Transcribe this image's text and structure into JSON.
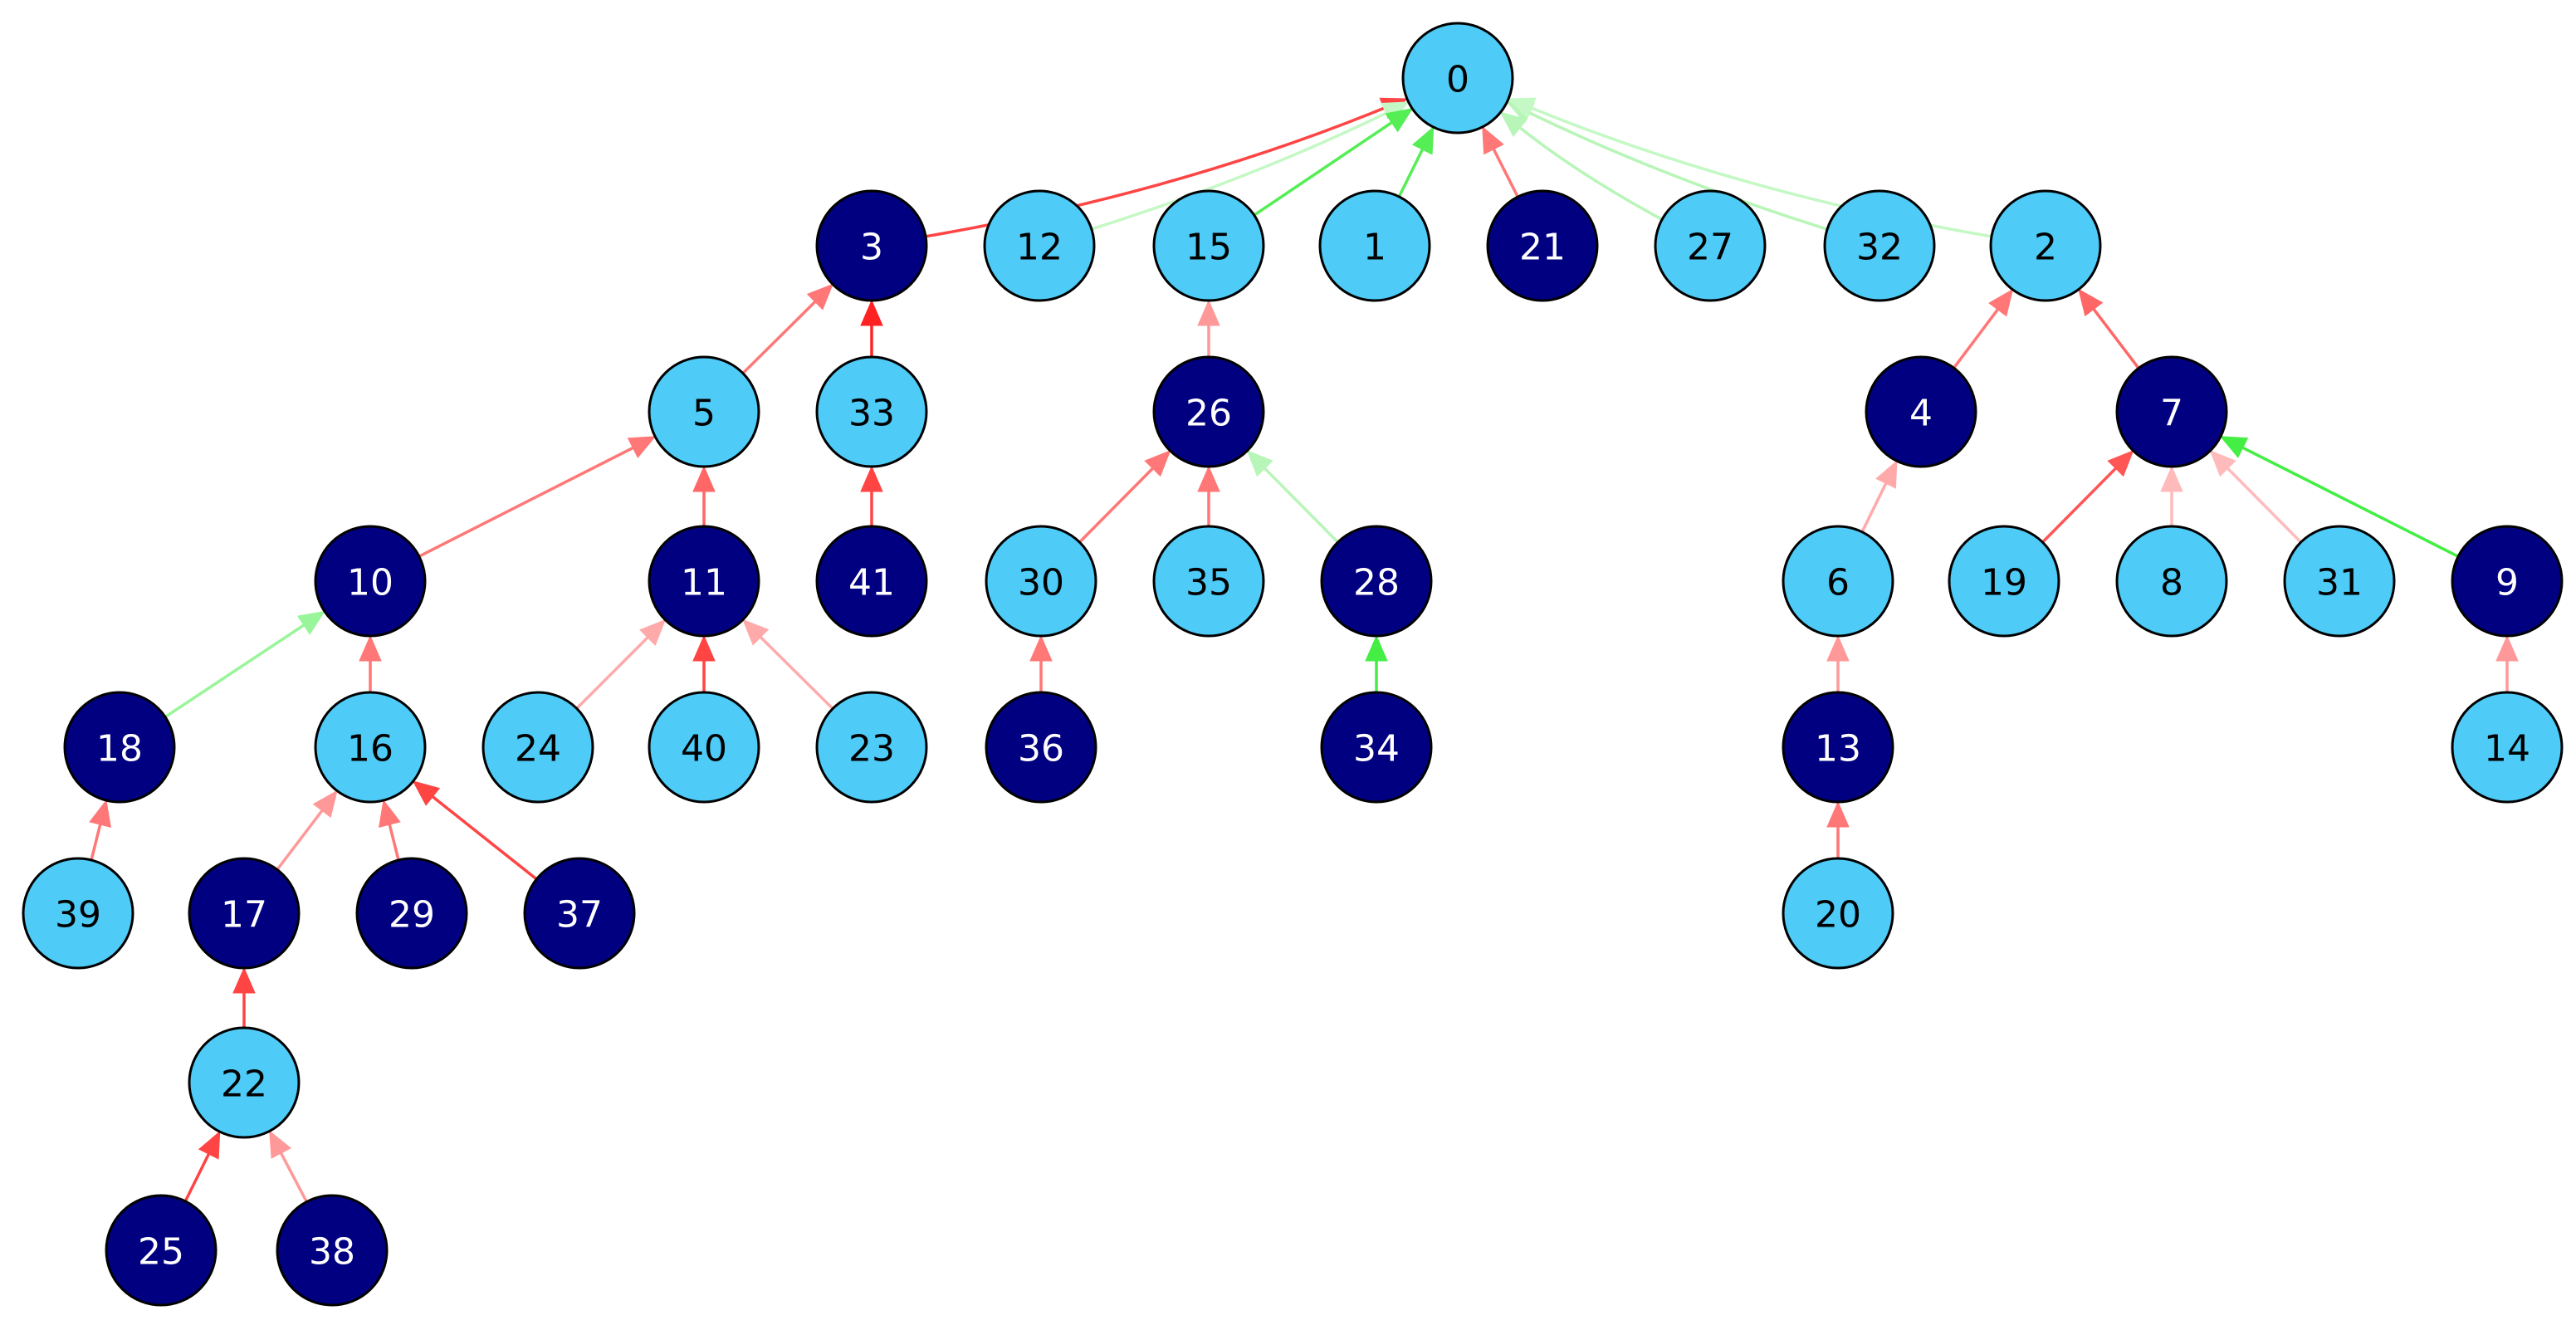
{
  "colors": {
    "light_node": "#4ecbf7",
    "dark_node": "#000080",
    "light_text": "#000000",
    "dark_text": "#ffffff",
    "node_stroke": "#000000"
  },
  "nodes": [
    {
      "id": "0",
      "label": "0",
      "style": "light"
    },
    {
      "id": "3",
      "label": "3",
      "style": "dark"
    },
    {
      "id": "12",
      "label": "12",
      "style": "light"
    },
    {
      "id": "15",
      "label": "15",
      "style": "light"
    },
    {
      "id": "1",
      "label": "1",
      "style": "light"
    },
    {
      "id": "21",
      "label": "21",
      "style": "dark"
    },
    {
      "id": "27",
      "label": "27",
      "style": "light"
    },
    {
      "id": "32",
      "label": "32",
      "style": "light"
    },
    {
      "id": "2",
      "label": "2",
      "style": "light"
    },
    {
      "id": "5",
      "label": "5",
      "style": "light"
    },
    {
      "id": "33",
      "label": "33",
      "style": "light"
    },
    {
      "id": "26",
      "label": "26",
      "style": "dark"
    },
    {
      "id": "4",
      "label": "4",
      "style": "dark"
    },
    {
      "id": "7",
      "label": "7",
      "style": "dark"
    },
    {
      "id": "10",
      "label": "10",
      "style": "dark"
    },
    {
      "id": "11",
      "label": "11",
      "style": "dark"
    },
    {
      "id": "41",
      "label": "41",
      "style": "dark"
    },
    {
      "id": "30",
      "label": "30",
      "style": "light"
    },
    {
      "id": "35",
      "label": "35",
      "style": "light"
    },
    {
      "id": "28",
      "label": "28",
      "style": "dark"
    },
    {
      "id": "6",
      "label": "6",
      "style": "light"
    },
    {
      "id": "19",
      "label": "19",
      "style": "light"
    },
    {
      "id": "8",
      "label": "8",
      "style": "light"
    },
    {
      "id": "31",
      "label": "31",
      "style": "light"
    },
    {
      "id": "9",
      "label": "9",
      "style": "dark"
    },
    {
      "id": "18",
      "label": "18",
      "style": "dark"
    },
    {
      "id": "16",
      "label": "16",
      "style": "light"
    },
    {
      "id": "24",
      "label": "24",
      "style": "light"
    },
    {
      "id": "40",
      "label": "40",
      "style": "light"
    },
    {
      "id": "23",
      "label": "23",
      "style": "light"
    },
    {
      "id": "36",
      "label": "36",
      "style": "dark"
    },
    {
      "id": "34",
      "label": "34",
      "style": "dark"
    },
    {
      "id": "13",
      "label": "13",
      "style": "dark"
    },
    {
      "id": "14",
      "label": "14",
      "style": "light"
    },
    {
      "id": "39",
      "label": "39",
      "style": "light"
    },
    {
      "id": "17",
      "label": "17",
      "style": "dark"
    },
    {
      "id": "29",
      "label": "29",
      "style": "dark"
    },
    {
      "id": "37",
      "label": "37",
      "style": "dark"
    },
    {
      "id": "20",
      "label": "20",
      "style": "light"
    },
    {
      "id": "22",
      "label": "22",
      "style": "light"
    },
    {
      "id": "25",
      "label": "25",
      "style": "dark"
    },
    {
      "id": "38",
      "label": "38",
      "style": "dark"
    }
  ],
  "edges": [
    {
      "from": "3",
      "to": "0",
      "color": "#ff4444"
    },
    {
      "from": "12",
      "to": "0",
      "color": "#c4f8c4"
    },
    {
      "from": "15",
      "to": "0",
      "color": "#55ee55"
    },
    {
      "from": "1",
      "to": "0",
      "color": "#55ee55"
    },
    {
      "from": "21",
      "to": "0",
      "color": "#ff7777"
    },
    {
      "from": "27",
      "to": "0",
      "color": "#b8f5b8"
    },
    {
      "from": "32",
      "to": "0",
      "color": "#b8f5b8"
    },
    {
      "from": "2",
      "to": "0",
      "color": "#c4f8c4"
    },
    {
      "from": "5",
      "to": "3",
      "color": "#ff7777"
    },
    {
      "from": "33",
      "to": "3",
      "color": "#ff2222"
    },
    {
      "from": "26",
      "to": "15",
      "color": "#ff9999"
    },
    {
      "from": "4",
      "to": "2",
      "color": "#ff7777"
    },
    {
      "from": "7",
      "to": "2",
      "color": "#ff6666"
    },
    {
      "from": "10",
      "to": "5",
      "color": "#ff7777"
    },
    {
      "from": "11",
      "to": "5",
      "color": "#ff6666"
    },
    {
      "from": "41",
      "to": "33",
      "color": "#ff4444"
    },
    {
      "from": "30",
      "to": "26",
      "color": "#ff7777"
    },
    {
      "from": "35",
      "to": "26",
      "color": "#ff7777"
    },
    {
      "from": "28",
      "to": "26",
      "color": "#b8f5b8"
    },
    {
      "from": "6",
      "to": "4",
      "color": "#ffaaaa"
    },
    {
      "from": "19",
      "to": "7",
      "color": "#ff5555"
    },
    {
      "from": "8",
      "to": "7",
      "color": "#ffbbbb"
    },
    {
      "from": "31",
      "to": "7",
      "color": "#ffbbbb"
    },
    {
      "from": "9",
      "to": "7",
      "color": "#44ee44"
    },
    {
      "from": "18",
      "to": "10",
      "color": "#99f599"
    },
    {
      "from": "16",
      "to": "10",
      "color": "#ff7777"
    },
    {
      "from": "24",
      "to": "11",
      "color": "#ffaaaa"
    },
    {
      "from": "40",
      "to": "11",
      "color": "#ff4444"
    },
    {
      "from": "23",
      "to": "11",
      "color": "#ffaaaa"
    },
    {
      "from": "36",
      "to": "30",
      "color": "#ff7777"
    },
    {
      "from": "34",
      "to": "28",
      "color": "#44ee44"
    },
    {
      "from": "13",
      "to": "6",
      "color": "#ff9999"
    },
    {
      "from": "14",
      "to": "9",
      "color": "#ff9999"
    },
    {
      "from": "39",
      "to": "18",
      "color": "#ff7777"
    },
    {
      "from": "17",
      "to": "16",
      "color": "#ff9999"
    },
    {
      "from": "29",
      "to": "16",
      "color": "#ff7777"
    },
    {
      "from": "37",
      "to": "16",
      "color": "#ff4444"
    },
    {
      "from": "20",
      "to": "13",
      "color": "#ff7777"
    },
    {
      "from": "22",
      "to": "17",
      "color": "#ff4444"
    },
    {
      "from": "25",
      "to": "22",
      "color": "#ff4444"
    },
    {
      "from": "38",
      "to": "22",
      "color": "#ff9999"
    }
  ]
}
